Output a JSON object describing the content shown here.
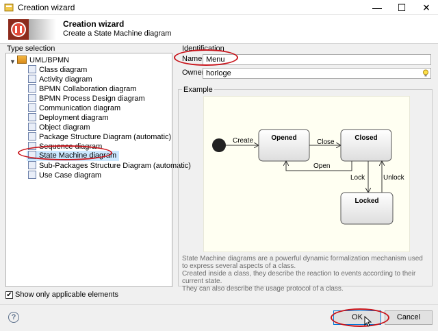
{
  "window": {
    "title": "Creation wizard",
    "minimize": "—",
    "maximize": "☐",
    "close": "✕"
  },
  "header": {
    "title": "Creation wizard",
    "subtitle": "Create a State Machine diagram"
  },
  "type_selection": {
    "label": "Type selection",
    "root": "UML/BPMN",
    "items": [
      "Class diagram",
      "Activity diagram",
      "BPMN Collaboration diagram",
      "BPMN Process Design diagram",
      "Communication diagram",
      "Deployment diagram",
      "Object diagram",
      "Package Structure Diagram (automatic)",
      "Sequence diagram",
      "State Machine diagram",
      "Sub-Packages Structure Diagram (automatic)",
      "Use Case diagram"
    ],
    "selected": "State Machine diagram",
    "show_only_applicable": "Show only applicable elements"
  },
  "identification": {
    "label": "Identification",
    "name_label": "Name",
    "name_value": "Menu",
    "owner_label": "Owner",
    "owner_value": "horloge"
  },
  "example": {
    "label": "Example",
    "states": [
      "Opened",
      "Closed",
      "Locked"
    ],
    "transitions": [
      "Create",
      "Close",
      "Open",
      "Lock",
      "Unlock"
    ],
    "description": [
      "State Machine diagrams are a powerful dynamic formalization mechanism used to express several aspects of a class.",
      "Created inside a class, they describe the reaction to events according to their current state.",
      "They can also describe the usage protocol of a class."
    ]
  },
  "buttons": {
    "help": "?",
    "ok": "OK",
    "cancel": "Cancel"
  },
  "colors": {
    "highlight": "#c8141b",
    "diagram_bg": "#fffff2",
    "selected_row": "#cce8ff"
  }
}
